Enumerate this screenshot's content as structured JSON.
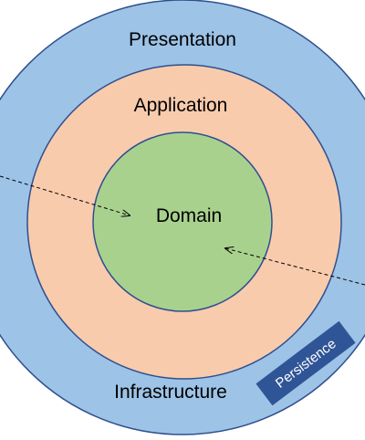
{
  "layers": {
    "presentation": {
      "label": "Presentation"
    },
    "application": {
      "label": "Application"
    },
    "domain": {
      "label": "Domain"
    },
    "infrastructure": {
      "label": "Infrastructure"
    }
  },
  "badge": {
    "label": "Persistence"
  },
  "colors": {
    "presentation_fill": "#9dc3e6",
    "application_fill": "#f8cbad",
    "domain_fill": "#a9d18e",
    "border": "#2f4f8f",
    "badge_fill": "#2f5597",
    "badge_text": "#ffffff"
  }
}
